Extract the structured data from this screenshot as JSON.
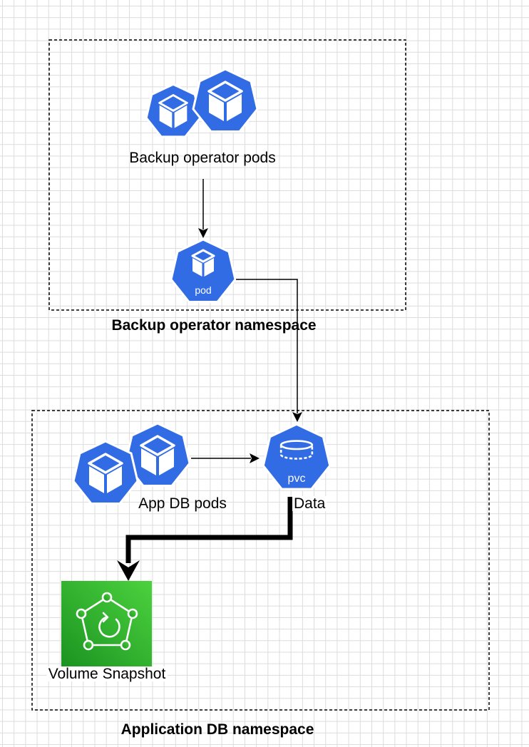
{
  "namespaces": {
    "backup_operator": {
      "label": "Backup operator namespace"
    },
    "application_db": {
      "label": "Application DB namespace"
    }
  },
  "nodes": {
    "backup_operator_pods": {
      "label": "Backup operator pods",
      "icon": "k8s-pods-icon"
    },
    "pod": {
      "icon_text": "pod",
      "icon": "k8s-pod-icon"
    },
    "app_db_pods": {
      "label": "App DB pods",
      "icon": "k8s-pods-icon"
    },
    "pvc": {
      "icon_text": "pvc",
      "label": "Data",
      "icon": "k8s-pvc-icon"
    },
    "volume_snapshot": {
      "label": "Volume Snapshot",
      "icon": "volume-snapshot-icon"
    }
  },
  "colors": {
    "k8s_blue": "#326ce5",
    "snapshot_green_light": "#4cd23e",
    "snapshot_green_dark": "#1b9321",
    "line": "#000000"
  }
}
